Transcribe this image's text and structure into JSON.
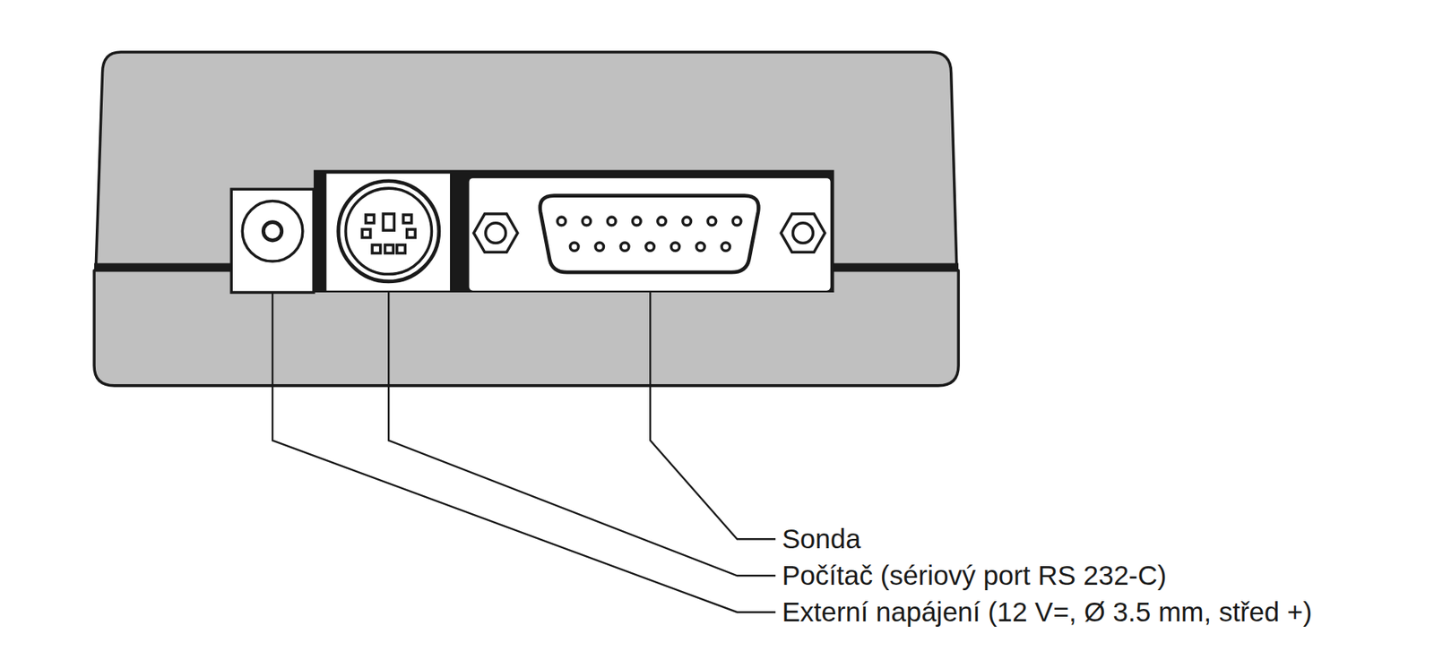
{
  "diagram": {
    "labels": [
      "Sonda",
      "Počítač (sériový port RS 232-C)",
      "Externí napájení (12 V=, Ø 3.5 mm, střed +)"
    ]
  }
}
